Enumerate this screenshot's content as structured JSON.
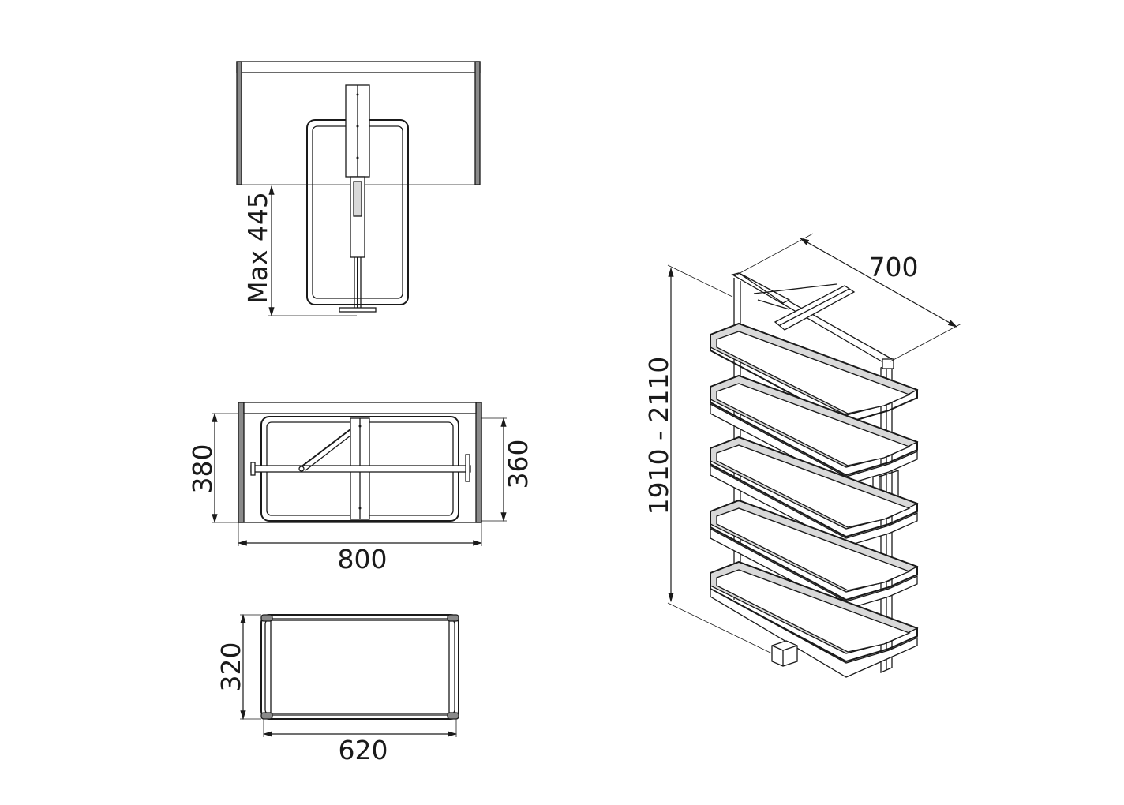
{
  "dimensions": {
    "top_view_depth": "Max 445",
    "front_height": "380",
    "front_inner_height": "360",
    "front_width": "800",
    "basket_depth": "320",
    "basket_width": "620",
    "overall_height": "1910 - 2110",
    "overall_depth": "700"
  },
  "colors": {
    "line": "#1a1a1a",
    "panel": "#8a8a8a",
    "basket_floor": "#d9d9d9"
  }
}
